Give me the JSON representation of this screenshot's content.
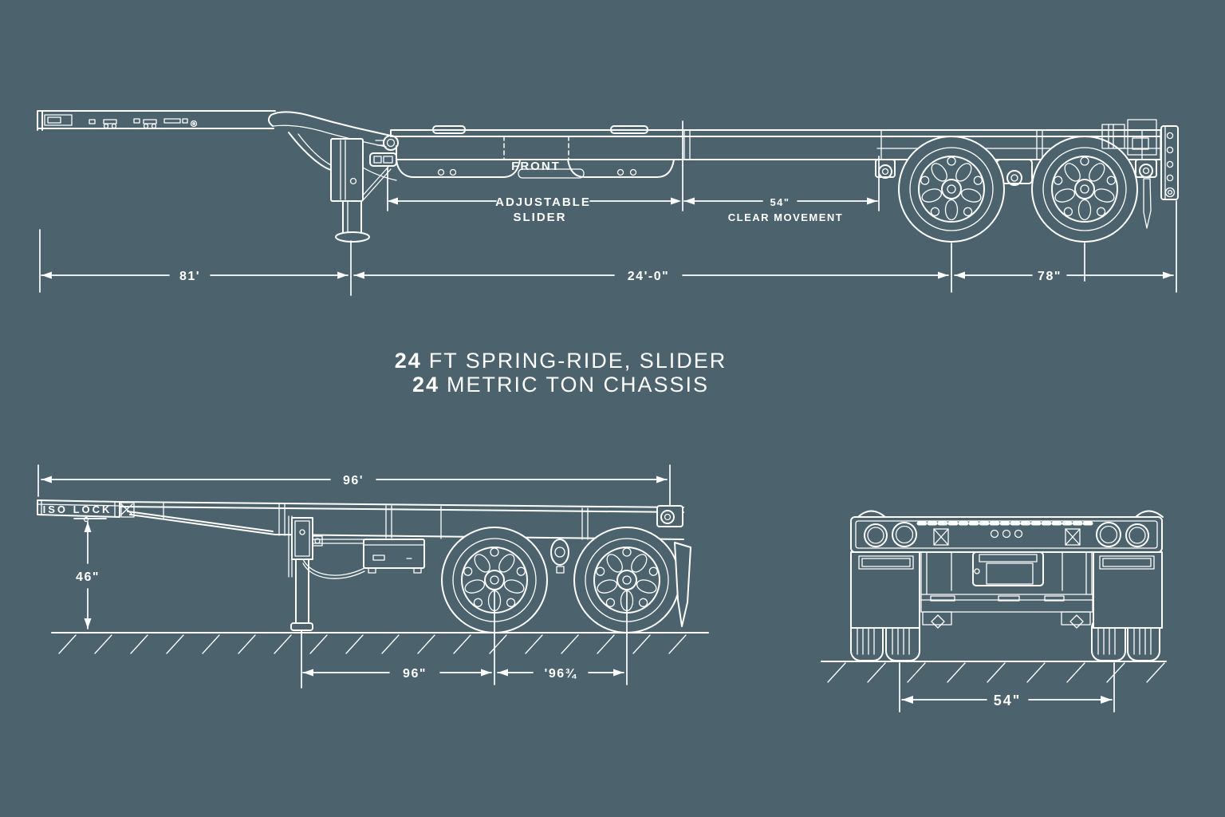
{
  "colors": {
    "background": "#4c636d",
    "line": "#ffffff"
  },
  "title": {
    "line1_num": "24",
    "line1_rest": "FT SPRING-RIDE, SLIDER",
    "line2_num": "24",
    "line2_rest": "METRIC TON CHASSIS"
  },
  "top_view": {
    "front_label": "FRONT",
    "adjustable_slider_label_line1": "ADJUSTABLE",
    "adjustable_slider_label_line2": "SLIDER",
    "clear_movement_value": "54\"",
    "clear_movement_label": "CLEAR MOVEMENT",
    "dim_front_overhang": "81'",
    "dim_slider_travel": "24'-0\"",
    "dim_rear_section": "78\""
  },
  "bottom_view": {
    "iso_lock_label": "ISO LOCK",
    "dim_overall": "96'",
    "dim_height": "46\"",
    "dim_landing_gear_to_axle": "96\"",
    "dim_axle_spacing": "'96¾"
  },
  "rear_view": {
    "dim_track": "54\""
  }
}
